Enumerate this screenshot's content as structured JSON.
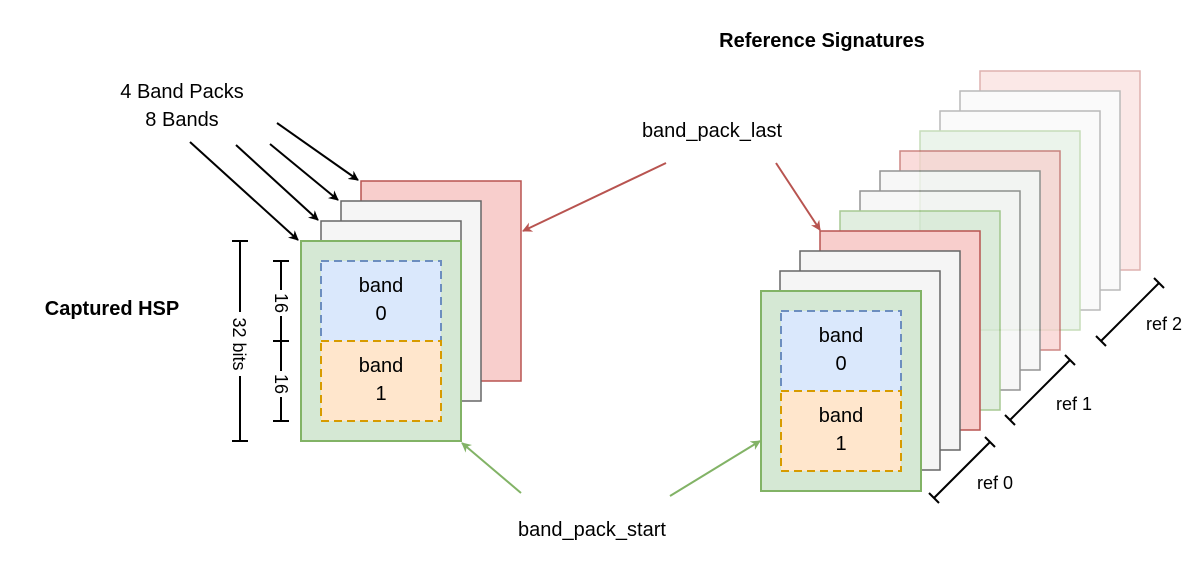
{
  "titles": {
    "reference": "Reference Signatures",
    "captured": "Captured HSP"
  },
  "labels": {
    "band_packs": "4 Band Packs",
    "bands": "8 Bands",
    "band_pack_last": "band_pack_last",
    "band_pack_start": "band_pack_start"
  },
  "captured": {
    "band0": {
      "line1": "band",
      "line2": "0"
    },
    "band1": {
      "line1": "band",
      "line2": "1"
    },
    "dim_total": "32 bits",
    "dim_top": "16",
    "dim_bottom": "16"
  },
  "reference": {
    "band0": {
      "line1": "band",
      "line2": "0"
    },
    "band1": {
      "line1": "band",
      "line2": "1"
    },
    "refs": [
      "ref 0",
      "ref 1",
      "ref 2"
    ]
  },
  "colors": {
    "red_fill": "#f8cecc",
    "red_stroke": "#b85450",
    "grey_fill": "#f5f5f5",
    "grey_stroke": "#666666",
    "green_fill": "#d5e8d4",
    "green_stroke": "#82b366",
    "blue_fill": "#dae8fc",
    "blue_stroke": "#6c8ebf",
    "orange_fill": "#ffe6cc",
    "orange_stroke": "#d79b00"
  }
}
